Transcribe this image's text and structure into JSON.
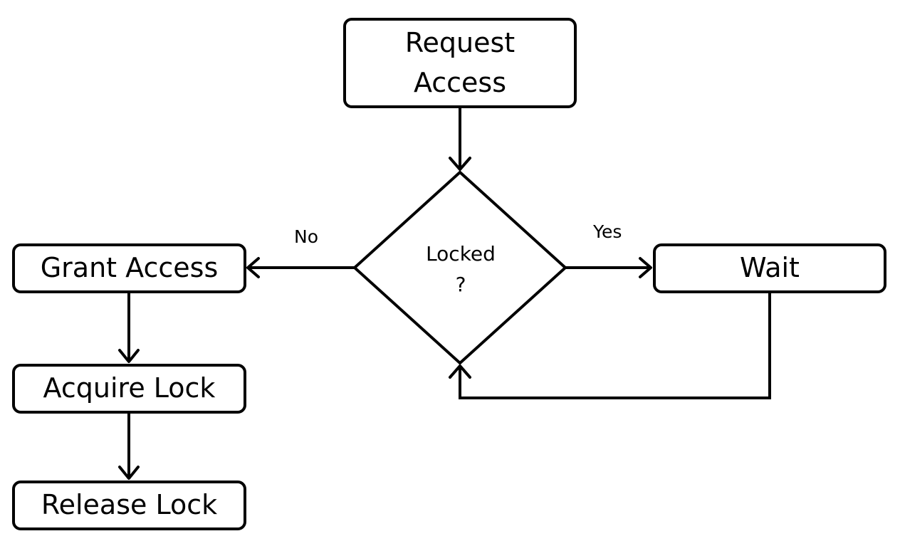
{
  "nodes": {
    "request_access": {
      "line1": "Request",
      "line2": "Access"
    },
    "decision": {
      "line1": "Locked",
      "line2": "?"
    },
    "wait": {
      "label": "Wait"
    },
    "grant_access": {
      "label": "Grant Access"
    },
    "acquire_lock": {
      "label": "Acquire Lock"
    },
    "release_lock": {
      "label": "Release Lock"
    }
  },
  "edges": {
    "no_label": "No",
    "yes_label": "Yes"
  },
  "colors": {
    "stroke": "#000000",
    "background": "#ffffff"
  }
}
